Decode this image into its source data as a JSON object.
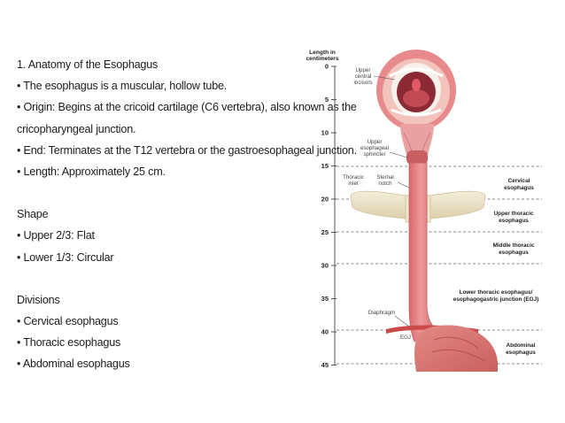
{
  "text": {
    "heading": "1. Anatomy of the Esophagus",
    "lines": [
      "• The esophagus is a muscular, hollow tube.",
      "• Origin: Begins at the cricoid cartilage (C6 vertebra), also known as the",
      "cricopharyngeal junction.",
      "• End: Terminates at the T12 vertebra or the gastroesophageal junction.",
      "• Length: Approximately 25 cm."
    ],
    "shape_heading": "Shape",
    "shape_lines": [
      "• Upper 2/3: Flat",
      "• Lower 1/3: Circular"
    ],
    "divisions_heading": "Divisions",
    "divisions_lines": [
      "• Cervical esophagus",
      "• Thoracic esophagus",
      "• Abdominal esophagus"
    ]
  },
  "diagram": {
    "scale_title": [
      "Length in",
      "centimeters"
    ],
    "scale_ticks": [
      "0",
      "5",
      "10",
      "15",
      "20",
      "25",
      "30",
      "35",
      "40",
      "45"
    ],
    "labels": {
      "upper_incisors": [
        "Upper",
        "central",
        "incisors"
      ],
      "upper_sphincter": [
        "Upper",
        "esophageal",
        "sphincter"
      ],
      "thoracic_inlet": [
        "Thoracic",
        "inlet"
      ],
      "sternal_notch": [
        "Sternal",
        "notch"
      ],
      "diaphragm": "Diaphragm",
      "egj": "EGJ"
    },
    "regions": {
      "cervical": [
        "Cervical",
        "esophagus"
      ],
      "upper_thoracic": [
        "Upper thoracic",
        "esophagus"
      ],
      "middle_thoracic": [
        "Middle thoracic",
        "esophagus"
      ],
      "lower_thoracic": [
        "Lower thoracic esophagus/",
        "esophagogastric junction (EGJ)"
      ],
      "abdominal": [
        "Abdominal",
        "esophagus"
      ]
    },
    "colors": {
      "esophagus": "#e7898a",
      "esophagus_dark": "#c95f62",
      "lips": "#e88a8c",
      "bone": "#ece3c8",
      "stomach": "#d9726f"
    }
  }
}
